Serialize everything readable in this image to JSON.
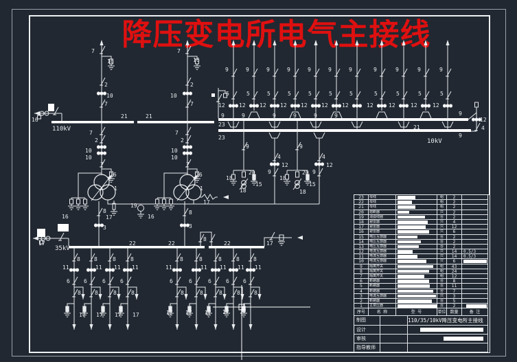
{
  "title": "降压变电所电气主接线",
  "colors": {
    "background": "#212831",
    "line": "#e9ecef",
    "bus": "#ffffff",
    "title_red": "#df1010"
  },
  "schematic": {
    "voltage_labels": [
      "110kV",
      "35kV",
      "10kV"
    ],
    "labels": [
      [
        "7",
        133,
        77
      ],
      [
        "16",
        156,
        92
      ],
      [
        "2",
        152,
        126
      ],
      [
        "10",
        155,
        142
      ],
      [
        "7",
        152,
        154
      ],
      [
        "7",
        258,
        77
      ],
      [
        "16",
        281,
        90
      ],
      [
        "2",
        277,
        126
      ],
      [
        "10",
        248,
        142
      ],
      [
        "7",
        277,
        154
      ],
      [
        "16",
        46,
        177
      ],
      [
        "110kV",
        76,
        190
      ],
      [
        "21",
        176,
        172
      ],
      [
        "21",
        212,
        172
      ],
      [
        "7",
        130,
        196
      ],
      [
        "2",
        138,
        207
      ],
      [
        "10",
        124,
        222
      ],
      [
        "10",
        124,
        232
      ],
      [
        "7",
        146,
        242
      ],
      [
        "16",
        160,
        257
      ],
      [
        "7",
        255,
        196
      ],
      [
        "2",
        263,
        207
      ],
      [
        "10",
        249,
        222
      ],
      [
        "10",
        249,
        232
      ],
      [
        "7",
        271,
        242
      ],
      [
        "16",
        285,
        257
      ],
      [
        "1",
        166,
        277
      ],
      [
        "1",
        291,
        277
      ],
      [
        "16",
        90,
        318
      ],
      [
        "16",
        215,
        318
      ],
      [
        "19",
        190,
        302
      ],
      [
        "17",
        154,
        319
      ],
      [
        "17",
        296,
        297
      ],
      [
        "8",
        150,
        310
      ],
      [
        "3",
        150,
        334
      ],
      [
        "8",
        275,
        312
      ],
      [
        "3",
        275,
        332
      ],
      [
        "8",
        296,
        351
      ],
      [
        "17",
        56,
        357
      ],
      [
        "35kV",
        80,
        364
      ],
      [
        "22",
        188,
        357
      ],
      [
        "22",
        245,
        357
      ],
      [
        "22",
        326,
        357
      ],
      [
        "17",
        388,
        357
      ],
      [
        "8",
        112,
        380
      ],
      [
        "11",
        91,
        392
      ],
      [
        "6",
        97,
        412
      ],
      [
        "8",
        113,
        429
      ],
      [
        "17",
        115,
        461
      ],
      [
        "8",
        137,
        380
      ],
      [
        "11",
        139,
        392
      ],
      [
        "6",
        122,
        412
      ],
      [
        "8",
        138,
        429
      ],
      [
        "17",
        140,
        461
      ],
      [
        "8",
        164,
        380
      ],
      [
        "11",
        166,
        392
      ],
      [
        "6",
        149,
        412
      ],
      [
        "8",
        165,
        429
      ],
      [
        "17",
        167,
        461
      ],
      [
        "8",
        190,
        380
      ],
      [
        "11",
        192,
        392
      ],
      [
        "6",
        175,
        412
      ],
      [
        "8",
        191,
        429
      ],
      [
        "17",
        193,
        461
      ],
      [
        "8",
        262,
        380
      ],
      [
        "11",
        241,
        392
      ],
      [
        "6",
        247,
        412
      ],
      [
        "8",
        263,
        429
      ],
      [
        "17",
        242,
        458
      ],
      [
        "8",
        290,
        380
      ],
      [
        "11",
        292,
        392
      ],
      [
        "6",
        275,
        412
      ],
      [
        "8",
        291,
        429
      ],
      [
        "17",
        270,
        458
      ],
      [
        "8",
        318,
        380
      ],
      [
        "11",
        320,
        392
      ],
      [
        "6",
        303,
        412
      ],
      [
        "8",
        319,
        429
      ],
      [
        "17",
        298,
        458
      ],
      [
        "8",
        344,
        380
      ],
      [
        "11",
        346,
        392
      ],
      [
        "6",
        329,
        412
      ],
      [
        "8",
        345,
        429
      ],
      [
        "17",
        324,
        457
      ],
      [
        "8",
        369,
        380
      ],
      [
        "11",
        371,
        392
      ],
      [
        "6",
        354,
        412
      ],
      [
        "8",
        370,
        429
      ],
      [
        "17",
        349,
        456
      ],
      [
        "9",
        328,
        104
      ],
      [
        "5",
        329,
        139
      ],
      [
        "12",
        318,
        156
      ],
      [
        "9",
        358,
        104
      ],
      [
        "5",
        359,
        139
      ],
      [
        "12",
        348,
        156
      ],
      [
        "9",
        388,
        104
      ],
      [
        "5",
        389,
        139
      ],
      [
        "12",
        378,
        156
      ],
      [
        "9",
        418,
        104
      ],
      [
        "5",
        419,
        139
      ],
      [
        "12",
        408,
        156
      ],
      [
        "9",
        448,
        104
      ],
      [
        "5",
        449,
        139
      ],
      [
        "12",
        438,
        156
      ],
      [
        "9",
        478,
        104
      ],
      [
        "5",
        479,
        139
      ],
      [
        "12",
        468,
        156
      ],
      [
        "9",
        508,
        104
      ],
      [
        "5",
        509,
        139
      ],
      [
        "12",
        498,
        156
      ],
      [
        "9",
        544,
        104
      ],
      [
        "5",
        545,
        139
      ],
      [
        "12",
        534,
        156
      ],
      [
        "9",
        576,
        104
      ],
      [
        "5",
        577,
        139
      ],
      [
        "12",
        566,
        156
      ],
      [
        "9",
        608,
        104
      ],
      [
        "5",
        609,
        139
      ],
      [
        "12",
        598,
        156
      ],
      [
        "9",
        640,
        104
      ],
      [
        "5",
        641,
        139
      ],
      [
        "12",
        630,
        156
      ],
      [
        "9",
        322,
        171
      ],
      [
        "9",
        352,
        171
      ],
      [
        "9",
        397,
        171
      ],
      [
        "9",
        427,
        171
      ],
      [
        "9",
        457,
        171
      ],
      [
        "9",
        487,
        171
      ],
      [
        "23",
        318,
        184
      ],
      [
        "23",
        318,
        203
      ],
      [
        "21",
        602,
        188
      ],
      [
        "10kV",
        622,
        208
      ],
      [
        "9",
        668,
        168
      ],
      [
        "12",
        699,
        177
      ],
      [
        "4",
        701,
        189
      ],
      [
        "9",
        668,
        200
      ],
      [
        "4",
        404,
        231
      ],
      [
        "12",
        410,
        243
      ],
      [
        "9",
        390,
        253
      ],
      [
        "4",
        469,
        231
      ],
      [
        "12",
        475,
        243
      ],
      [
        "9",
        455,
        253
      ],
      [
        "9",
        358,
        216
      ],
      [
        "18",
        329,
        262
      ],
      [
        "20",
        362,
        254
      ],
      [
        "15",
        372,
        271
      ],
      [
        "18",
        349,
        280
      ],
      [
        "9",
        436,
        216
      ],
      [
        "18",
        407,
        262
      ],
      [
        "20",
        440,
        254
      ],
      [
        "15",
        450,
        271
      ],
      [
        "18",
        436,
        282
      ]
    ]
  },
  "parts_table": {
    "headers": [
      "序号",
      "名 称",
      "型 号",
      "单位",
      "数量",
      "备 注"
    ],
    "rows": [
      {
        "no": "23",
        "name": "母线",
        "unit": "组",
        "qty": "2",
        "note": "",
        "spec_w": 26,
        "note_w": 0
      },
      {
        "no": "22",
        "name": "母线",
        "unit": "组",
        "qty": "2",
        "note": "",
        "spec_w": 21,
        "note_w": 0
      },
      {
        "no": "21",
        "name": "母线",
        "unit": "组",
        "qty": "2",
        "note": "",
        "spec_w": 26,
        "note_w": 0
      },
      {
        "no": "20",
        "name": "熔断器",
        "unit": "只",
        "qty": "2",
        "note": "",
        "spec_w": 17,
        "note_w": 0
      },
      {
        "no": "19",
        "name": "消弧线圈",
        "unit": "台",
        "qty": "2",
        "note": "",
        "spec_w": 40,
        "note_w": 0
      },
      {
        "no": "18",
        "name": "避雷器",
        "unit": "只",
        "qty": "4",
        "note": "",
        "spec_w": 44,
        "note_w": 0
      },
      {
        "no": "17",
        "name": "避雷器",
        "unit": "只",
        "qty": "12",
        "note": "",
        "spec_w": 41,
        "note_w": 0
      },
      {
        "no": "16",
        "name": "避雷器",
        "unit": "只",
        "qty": "6",
        "note": "",
        "spec_w": 46,
        "note_w": 0
      },
      {
        "no": "15",
        "name": "电压互感器",
        "unit": "台",
        "qty": "2",
        "note": "",
        "spec_w": 29,
        "note_w": 0
      },
      {
        "no": "14",
        "name": "电压互感器",
        "unit": "台",
        "qty": "2",
        "note": "",
        "spec_w": 34,
        "note_w": 0
      },
      {
        "no": "13",
        "name": "电压互感器",
        "unit": "台",
        "qty": "2",
        "note": "",
        "spec_w": 31,
        "note_w": 0
      },
      {
        "no": "12",
        "name": "电流互感器",
        "unit": "只",
        "qty": "14",
        "note": "0.5/3",
        "spec_w": 22,
        "note_w": 0
      },
      {
        "no": "11",
        "name": "电流互感器",
        "unit": "只",
        "qty": "14",
        "note": "0.5/3",
        "spec_w": 29,
        "note_w": 0
      },
      {
        "no": "10",
        "name": "电流互感器",
        "unit": "只",
        "qty": "6",
        "note": "",
        "spec_w": 42,
        "note_w": 34
      },
      {
        "no": "9",
        "name": "隔离开关",
        "unit": "组",
        "qty": "43",
        "note": "",
        "spec_w": 52,
        "note_w": 0
      },
      {
        "no": "8",
        "name": "隔离开关",
        "unit": "组",
        "qty": "24",
        "note": "",
        "spec_w": 46,
        "note_w": 0
      },
      {
        "no": "7",
        "name": "隔离开关",
        "unit": "组",
        "qty": "12",
        "note": "",
        "spec_w": 39,
        "note_w": 0
      },
      {
        "no": "6",
        "name": "断路器",
        "unit": "台",
        "qty": "8",
        "note": "",
        "spec_w": 46,
        "note_w": 0
      },
      {
        "no": "5",
        "name": "断路器",
        "unit": "台",
        "qty": "11",
        "note": "",
        "spec_w": 47,
        "note_w": 0
      },
      {
        "no": "4",
        "name": "断路器",
        "unit": "台",
        "qty": "7",
        "note": "",
        "spec_w": 52,
        "note_w": 0
      },
      {
        "no": "3",
        "name": "电流互感器",
        "unit": "只",
        "qty": "3",
        "note": "",
        "spec_w": 56,
        "note_w": 0
      },
      {
        "no": "2",
        "name": "断路器",
        "unit": "台",
        "qty": "5",
        "note": "",
        "spec_w": 50,
        "note_w": 0
      },
      {
        "no": "1",
        "name": "主变压器",
        "unit": "台",
        "qty": "2",
        "note": "",
        "spec_w": 60,
        "note_w": 30
      }
    ]
  },
  "title_block": {
    "rows": [
      {
        "label": "制图",
        "value": "110/35/10kV降压变电所主接线",
        "redacted_w": 0
      },
      {
        "label": "设计",
        "value": "",
        "redacted_w": 92
      },
      {
        "label": "审核",
        "value": "",
        "redacted_w": 58
      },
      {
        "label": "指导教师",
        "value": "",
        "redacted_w": 0
      }
    ]
  }
}
